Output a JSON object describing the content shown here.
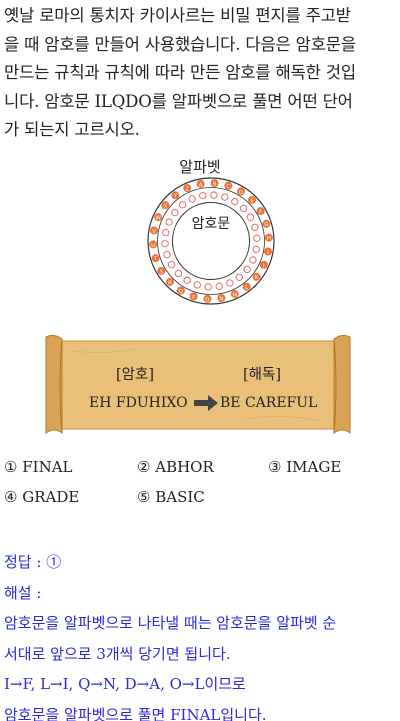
{
  "question": {
    "lines": [
      "옛날 로마의 통치자 카이사르는 비밀 편지를 주고받",
      "을 때 암호를 만들어 사용했습니다. 다음은 암호문을",
      "만드는 규칙과 규칙에 따라 만든 암호를 해독한 것입",
      "니다. 암호문 ILQDO를 알파벳으로 풀면 어떤 단어",
      "가 되는지 고르시오."
    ]
  },
  "wheel": {
    "title": "알파벳",
    "center": "암호문",
    "outer_letters": [
      "A",
      "B",
      "C",
      "D",
      "E",
      "F",
      "G",
      "H",
      "I",
      "J",
      "K",
      "L",
      "M",
      "N",
      "O",
      "P",
      "Q",
      "R",
      "S",
      "T",
      "U",
      "V",
      "W",
      "X",
      "Y",
      "Z"
    ],
    "outer_color": "#e8743a",
    "inner_color": "#e06060"
  },
  "scroll": {
    "cipher_label": "[암호]",
    "plain_label": "[해독]",
    "cipher_text": "EH FDUHIXO",
    "plain_text": "BE CAREFUL",
    "parchment_color": "#e9c07a",
    "edge_color": "#c98b3a"
  },
  "choices": [
    {
      "num": "①",
      "text": "FINAL"
    },
    {
      "num": "②",
      "text": "ABHOR"
    },
    {
      "num": "③",
      "text": "IMAGE"
    },
    {
      "num": "④",
      "text": "GRADE"
    },
    {
      "num": "⑤",
      "text": "BASIC"
    }
  ],
  "answer": {
    "correct": "정답 : ①",
    "explanation_label": "해설 :",
    "lines": [
      "암호문을 알파벳으로 나타낼 때는 암호문을 알파벳 순",
      "서대로 앞으로 3개씩 당기면 됩니다.",
      "I→F, L→I, Q→N, D→A, O→L이므로",
      "암호문을 알파벳으로 풀면 FINAL입니다."
    ],
    "color": "#2a2ad8"
  }
}
